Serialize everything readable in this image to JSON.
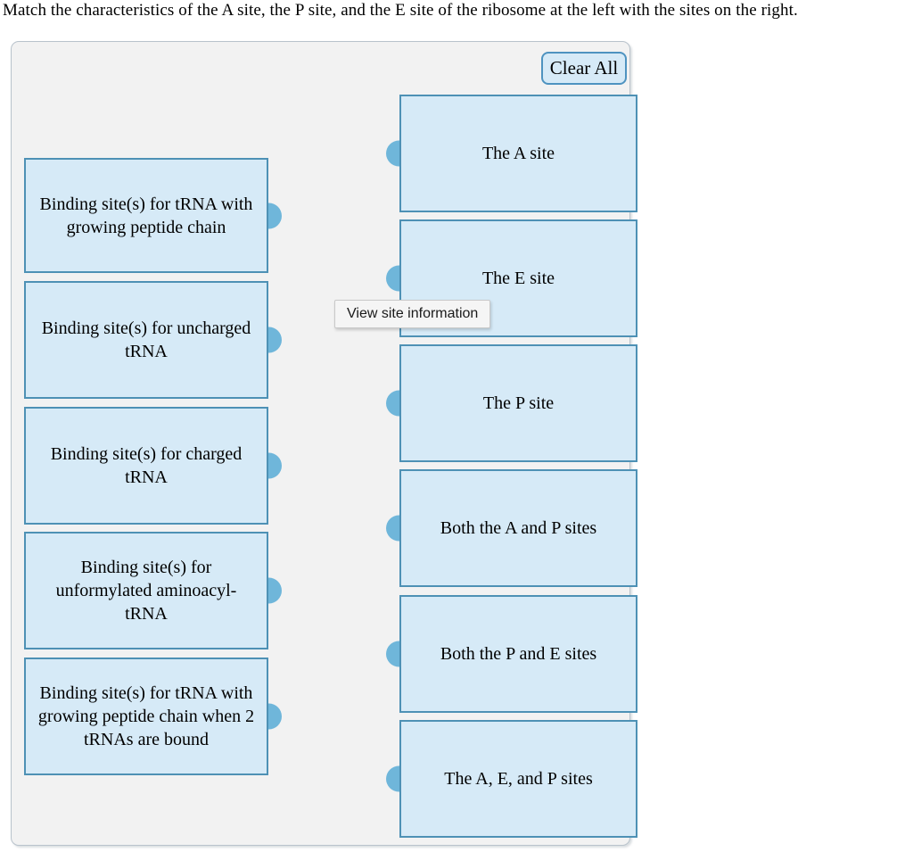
{
  "page": {
    "instruction": "Match the characteristics of the A site, the P site, and the E site of the ribosome at the left with the sites on the right."
  },
  "panel": {
    "clear_all_label": "Clear All",
    "tooltip": "View site information",
    "left_items": [
      {
        "label": "Binding site(s) for tRNA with growing peptide chain"
      },
      {
        "label": "Binding site(s) for uncharged tRNA"
      },
      {
        "label": "Binding site(s) for charged tRNA"
      },
      {
        "label": "Binding site(s) for unformylated aminoacyl-tRNA"
      },
      {
        "label": "Binding site(s) for tRNA with growing peptide chain when 2 tRNAs are bound"
      }
    ],
    "right_items": [
      {
        "label": "The A site"
      },
      {
        "label": "The E site"
      },
      {
        "label": "The P site"
      },
      {
        "label": "Both the A and P sites"
      },
      {
        "label": "Both the P and E sites"
      },
      {
        "label": "The A, E, and P sites"
      }
    ],
    "colors": {
      "card_fill": "#d6eaf7",
      "card_border": "#4e91b5",
      "connector": "#6fb6da",
      "panel_fill": "#f2f2f2",
      "panel_border": "#b9c3cc"
    }
  }
}
